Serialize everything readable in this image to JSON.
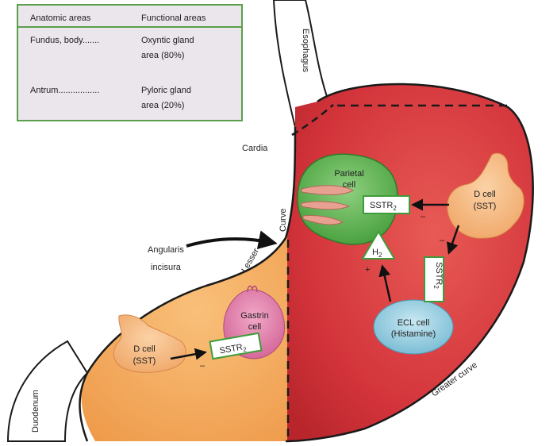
{
  "table": {
    "headers": [
      "Anatomic areas",
      "Functional areas"
    ],
    "rows": [
      {
        "anatomic": "Fundus, body.......",
        "functional_line1": "Oxyntic gland",
        "functional_line2": "area (80%)"
      },
      {
        "anatomic": "Antrum.................",
        "functional_line1": "Pyloric gland",
        "functional_line2": "area (20%)"
      }
    ]
  },
  "labels": {
    "esophagus": "Esophagus",
    "cardia": "Cardia",
    "angularis_line1": "Angularis",
    "angularis_line2": "incisura",
    "lesser": "Lesser",
    "curve": "Curve",
    "duodenum": "Duodenum",
    "greater_curve": "Greater curve"
  },
  "cells": {
    "parietal_line1": "Parietal",
    "parietal_line2": "cell",
    "d_cell_top_line1": "D cell",
    "d_cell_top_line2": "(SST)",
    "ecl_line1": "ECL cell",
    "ecl_line2": "(Histamine)",
    "gastrin_line1": "Gastrin",
    "gastrin_line2": "cell",
    "d_cell_bottom_line1": "D cell",
    "d_cell_bottom_line2": "(SST)"
  },
  "receptors": {
    "sstr": "SSTR",
    "sub": "2",
    "h": "H",
    "h_sub": "2"
  },
  "signs": {
    "minus": "–",
    "plus": "+"
  },
  "colors": {
    "fundus_red": "#d2333a",
    "antrum_orange": "#f3a35a",
    "parietal_green": "#57b548",
    "d_cell_peach": "#f5b27c",
    "ecl_blue": "#8ccbe0",
    "gastrin_pink": "#e07aa6",
    "table_bg": "#ebe5ec",
    "table_border": "#5aa04a",
    "receptor_border": "#3f9c3a"
  }
}
